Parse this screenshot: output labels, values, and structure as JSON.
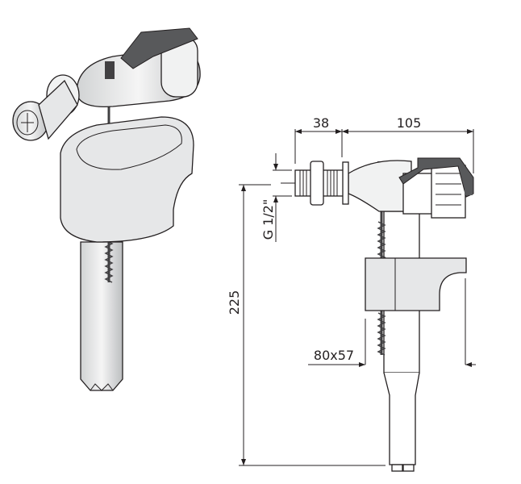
{
  "dimensions": {
    "inlet_offset": "38",
    "body_length": "105",
    "thread": "G 1/2\"",
    "height": "225",
    "float_size": "80x57"
  },
  "colors": {
    "line": "#231f20",
    "lever": "#58595b",
    "float": "#e6e7e8",
    "body": "#f1f2f2"
  }
}
